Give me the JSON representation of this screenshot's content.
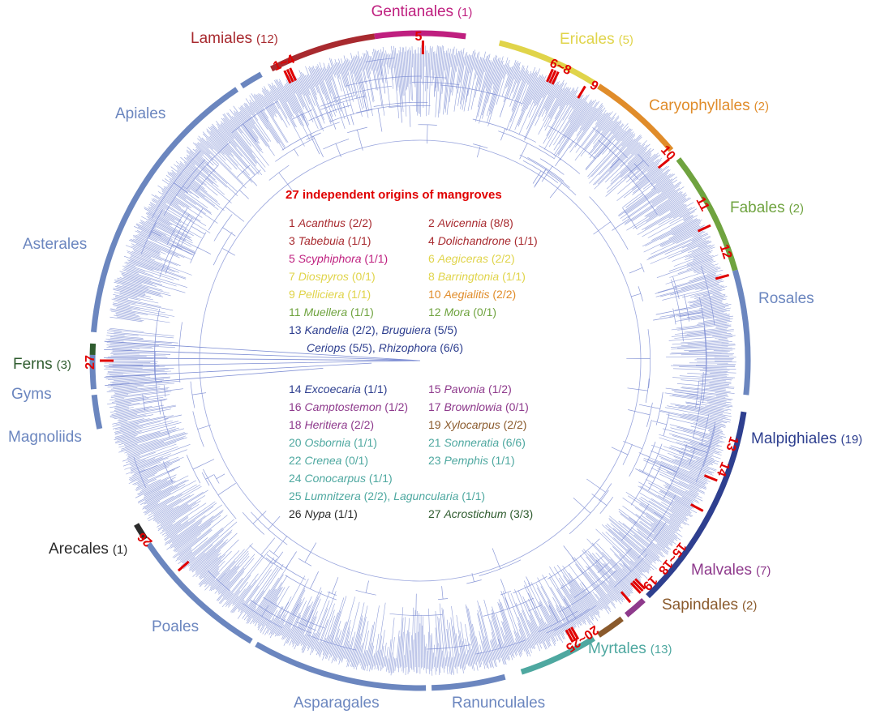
{
  "colors": {
    "tree": "#7f8fd4",
    "origin_marker": "#e00000",
    "blue": "#6b86bf",
    "darkblue": "#2e3f8f",
    "lamiales": "#a82a2f",
    "gentianales": "#bf1f7f",
    "ericales": "#e0d44a",
    "caryophyllales": "#e08c2a",
    "fabales": "#6fa33f",
    "malvales": "#8e3a8c",
    "sapindales": "#8a5a2c",
    "myrtales": "#4ea8a0",
    "ferns": "#2f5c2f",
    "arecales": "#2b2b2b"
  },
  "clades": [
    {
      "name": "Gentianales",
      "count": "(1)",
      "color": "gentianales"
    },
    {
      "name": "Ericales",
      "count": "(5)",
      "color": "ericales"
    },
    {
      "name": "Caryophyllales",
      "count": "(2)",
      "color": "caryophyllales"
    },
    {
      "name": "Fabales",
      "count": "(2)",
      "color": "fabales"
    },
    {
      "name": "Rosales",
      "count": "",
      "color": "blue"
    },
    {
      "name": "Malpighiales",
      "count": "(19)",
      "color": "darkblue"
    },
    {
      "name": "Malvales",
      "count": "(7)",
      "color": "malvales"
    },
    {
      "name": "Sapindales",
      "count": "(2)",
      "color": "sapindales"
    },
    {
      "name": "Myrtales",
      "count": "(13)",
      "color": "myrtales"
    },
    {
      "name": "Ranunculales",
      "count": "",
      "color": "blue"
    },
    {
      "name": "Asparagales",
      "count": "",
      "color": "blue"
    },
    {
      "name": "Poales",
      "count": "",
      "color": "blue"
    },
    {
      "name": "Arecales",
      "count": "(1)",
      "color": "arecales"
    },
    {
      "name": "Magnoliids",
      "count": "",
      "color": "blue"
    },
    {
      "name": "Gyms",
      "count": "",
      "color": "blue"
    },
    {
      "name": "Ferns",
      "count": "(3)",
      "color": "ferns"
    },
    {
      "name": "Asterales",
      "count": "",
      "color": "blue"
    },
    {
      "name": "Apiales",
      "count": "",
      "color": "blue"
    },
    {
      "name": "Lamiales",
      "count": "(12)",
      "color": "lamiales"
    }
  ],
  "origin_labels": [
    "5",
    "1~4",
    "6~8",
    "9",
    "10",
    "11",
    "12",
    "13",
    "14",
    "15~18",
    "19",
    "20~25",
    "26",
    "27"
  ],
  "legend": {
    "title": "27 independent origins of mangroves",
    "items": [
      {
        "num": "1",
        "genus": "Acanthus",
        "count": "(2/2)",
        "color": "lamiales"
      },
      {
        "num": "2",
        "genus": "Avicennia",
        "count": "(8/8)",
        "color": "lamiales"
      },
      {
        "num": "3",
        "genus": "Tabebuia",
        "count": "(1/1)",
        "color": "lamiales"
      },
      {
        "num": "4",
        "genus": "Dolichandrone",
        "count": "(1/1)",
        "color": "lamiales"
      },
      {
        "num": "5",
        "genus": "Scyphiphora",
        "count": "(1/1)",
        "color": "gentianales"
      },
      {
        "num": "6",
        "genus": "Aegiceras",
        "count": "(2/2)",
        "color": "ericales"
      },
      {
        "num": "7",
        "genus": "Diospyros",
        "count": "(0/1)",
        "color": "ericales"
      },
      {
        "num": "8",
        "genus": "Barringtonia",
        "count": "(1/1)",
        "color": "ericales"
      },
      {
        "num": "9",
        "genus": "Pelliciera",
        "count": "(1/1)",
        "color": "ericales"
      },
      {
        "num": "10",
        "genus": "Aegialitis",
        "count": "(2/2)",
        "color": "caryophyllales"
      },
      {
        "num": "11",
        "genus": "Muellera",
        "count": "(1/1)",
        "color": "fabales"
      },
      {
        "num": "12",
        "genus": "Mora",
        "count": "(0/1)",
        "color": "fabales"
      },
      {
        "num": "13",
        "genus": "Kandelia",
        "count": "(2/2),",
        "genus2": "Bruguiera",
        "count2": "(5/5)",
        "color": "darkblue"
      },
      {
        "num": "",
        "genus": "Ceriops",
        "count": "(5/5),",
        "genus2": "Rhizophora",
        "count2": "(6/6)",
        "color": "darkblue"
      },
      {
        "num": "14",
        "genus": "Excoecaria",
        "count": "(1/1)",
        "color": "darkblue"
      },
      {
        "num": "15",
        "genus": "Pavonia",
        "count": "(1/2)",
        "color": "malvales"
      },
      {
        "num": "16",
        "genus": "Camptostemon",
        "count": "(1/2)",
        "color": "malvales"
      },
      {
        "num": "17",
        "genus": "Brownlowia",
        "count": "(0/1)",
        "color": "malvales"
      },
      {
        "num": "18",
        "genus": "Heritiera",
        "count": "(2/2)",
        "color": "malvales"
      },
      {
        "num": "19",
        "genus": "Xylocarpus",
        "count": "(2/2)",
        "color": "sapindales"
      },
      {
        "num": "20",
        "genus": "Osbornia",
        "count": "(1/1)",
        "color": "myrtales"
      },
      {
        "num": "21",
        "genus": "Sonneratia",
        "count": "(6/6)",
        "color": "myrtales"
      },
      {
        "num": "22",
        "genus": "Crenea",
        "count": "(0/1)",
        "color": "myrtales"
      },
      {
        "num": "23",
        "genus": "Pemphis",
        "count": "(1/1)",
        "color": "myrtales"
      },
      {
        "num": "24",
        "genus": "Conocarpus",
        "count": "(1/1)",
        "color": "myrtales"
      },
      {
        "num": "25",
        "genus": "Lumnitzera",
        "count": "(2/2),",
        "genus2": "Laguncularia",
        "count2": "(1/1)",
        "color": "myrtales"
      },
      {
        "num": "26",
        "genus": "Nypa",
        "count": "(1/1)",
        "color": "arecales"
      },
      {
        "num": "27",
        "genus": "Acrostichum",
        "count": "(3/3)",
        "color": "ferns"
      }
    ]
  }
}
